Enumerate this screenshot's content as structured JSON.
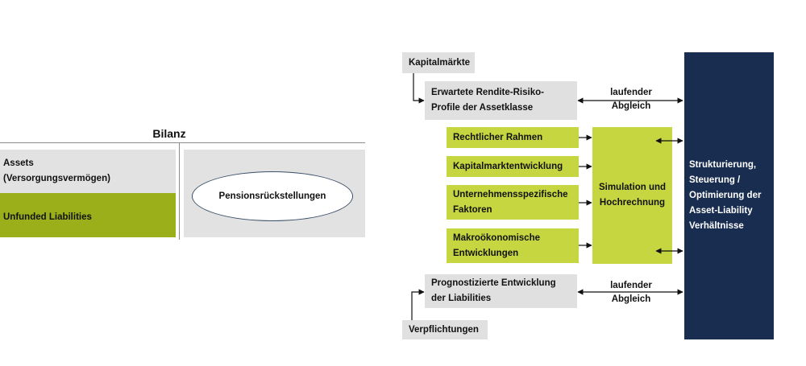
{
  "bilanz": {
    "title": "Bilanz",
    "assets": "Assets\n(Versorgungsvermögen)",
    "unfunded": "Unfunded Liabilities",
    "pension": "Pensionsrückstellungen"
  },
  "flow": {
    "kapitalmaerkte": "Kapitalmärkte",
    "erwartete": "Erwartete Rendite-Risiko-\nProfile der Assetklasse",
    "abgleich_top": "laufender\nAbgleich",
    "factors": [
      "Rechtlicher Rahmen",
      "Kapitalmarktentwicklung",
      "Unternehmensspezifische\nFaktoren",
      "Makroökonomische\nEntwicklungen"
    ],
    "simulation": "Simulation und\nHochrechnung",
    "prognose": "Prognostizierte Entwicklung\nder Liabilities",
    "abgleich_bottom": "laufender\nAbgleich",
    "verpflichtungen": "Verpflichtungen",
    "result": "Strukturierung,\nSteuerung /\nOptimierung der\nAsset-Liability\nVerhältnisse"
  },
  "colors": {
    "gray_box": "#e0e0e0",
    "green_box": "#c6d640",
    "dark_green": "#9aaf1a",
    "navy": "#182d4f"
  }
}
